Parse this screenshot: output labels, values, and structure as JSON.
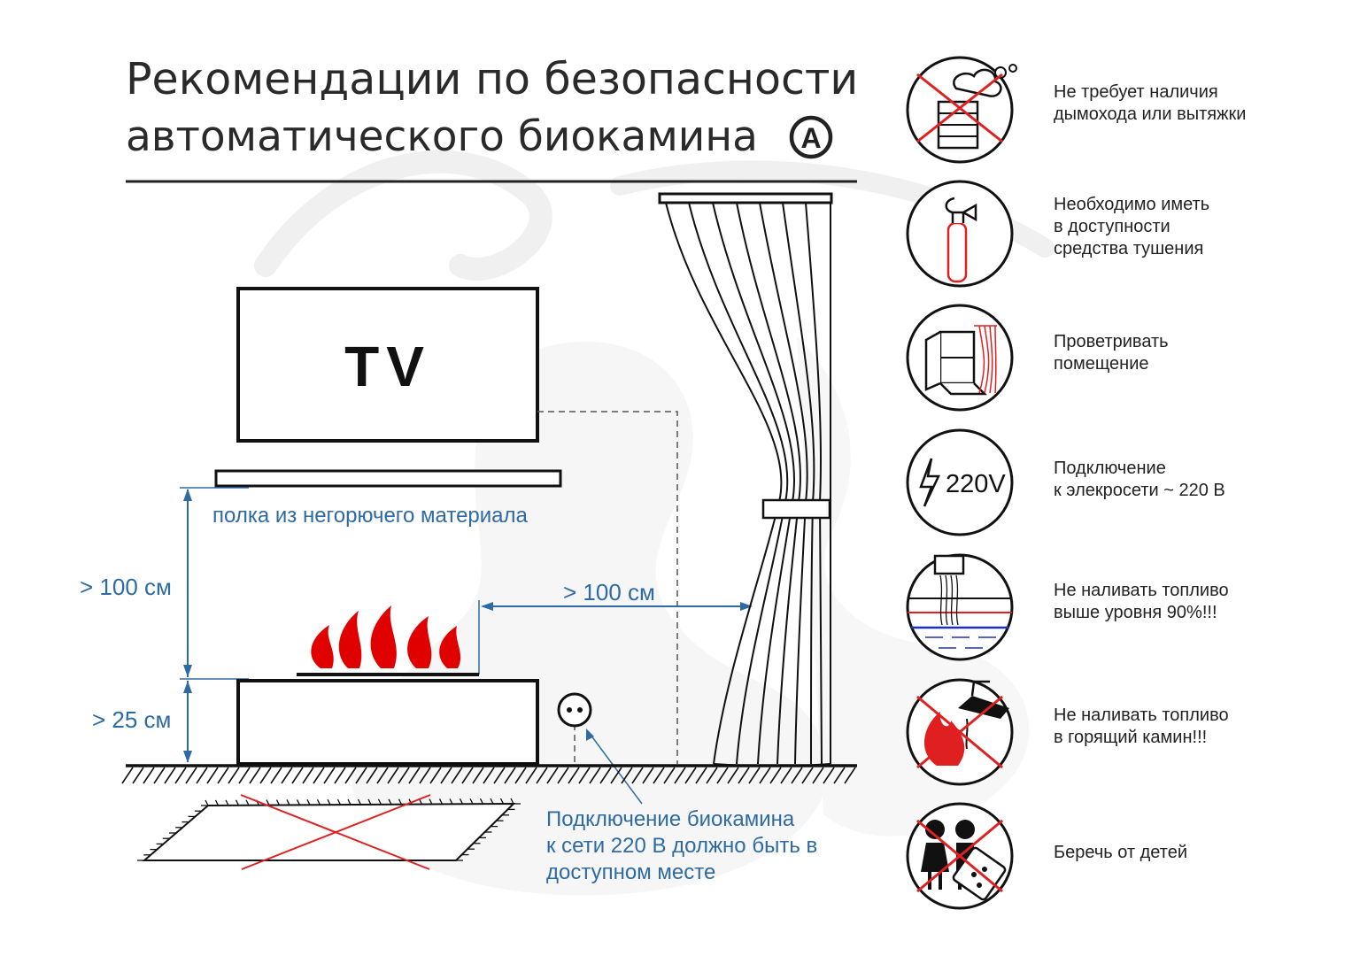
{
  "header": {
    "title_line1": "Рекомендации по безопасности",
    "title_line2": "автоматического биокамина",
    "badge": "A"
  },
  "diagram": {
    "tv_label": "TV",
    "shelf_label": "полка из негорючего материала",
    "dim_height_shelf": "> 100 см",
    "dim_side_clearance": "> 100 см",
    "dim_base_height": "> 25 см",
    "socket_note_line1": "Подключение биокамина",
    "socket_note_line2": "к сети 220 В должно быть в",
    "socket_note_line3": "доступном месте",
    "colors": {
      "dimension_blue": "#2e6aa3",
      "flame_red": "#e00000",
      "forbid_red": "#e02020"
    }
  },
  "tips": [
    {
      "icon": "no-chimney-icon",
      "text": "Не требует наличия\nдымохода или вытяжки"
    },
    {
      "icon": "fire-extinguisher-icon",
      "text": "Необходимо иметь\nв доступности\nсредства тушения"
    },
    {
      "icon": "ventilate-window-icon",
      "text": "Проветривать\nпомещение"
    },
    {
      "icon": "voltage-220v-icon",
      "text": "Подключение\nк элекросети ~ 220 В",
      "icon_label": "220V"
    },
    {
      "icon": "fuel-level-icon",
      "text": "Не наливать топливо\nвыше уровня 90%!!!"
    },
    {
      "icon": "no-refuel-burning-icon",
      "text": "Не наливать топливо\nв горящий камин!!!"
    },
    {
      "icon": "keep-from-children-icon",
      "text": "Беречь от детей"
    }
  ]
}
